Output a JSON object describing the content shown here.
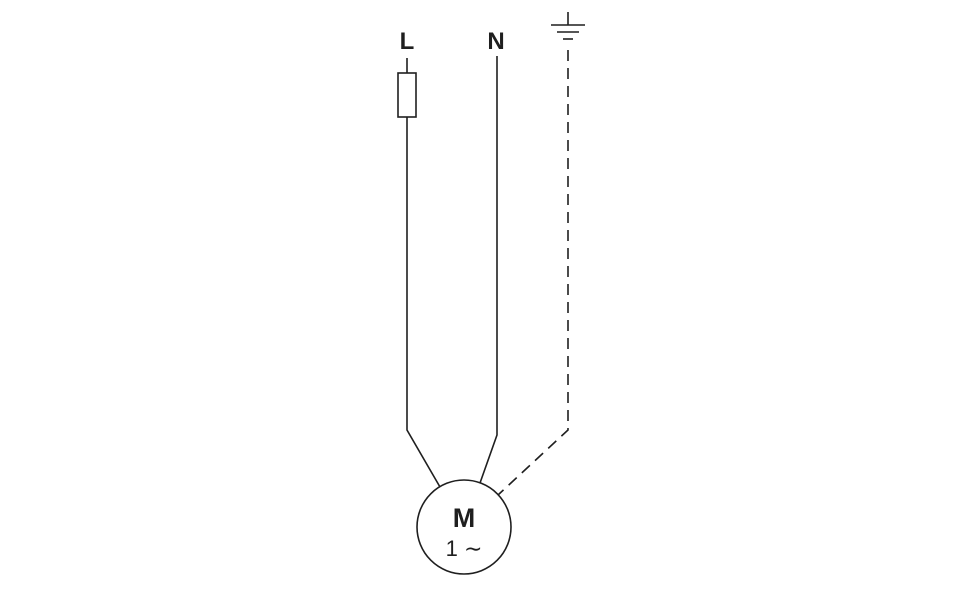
{
  "diagram": {
    "labels": {
      "line_l": "L",
      "line_n": "N",
      "motor": "M",
      "phase": "1 ∼"
    },
    "colors": {
      "line": "#1f1f1f",
      "background": "#ffffff"
    }
  }
}
